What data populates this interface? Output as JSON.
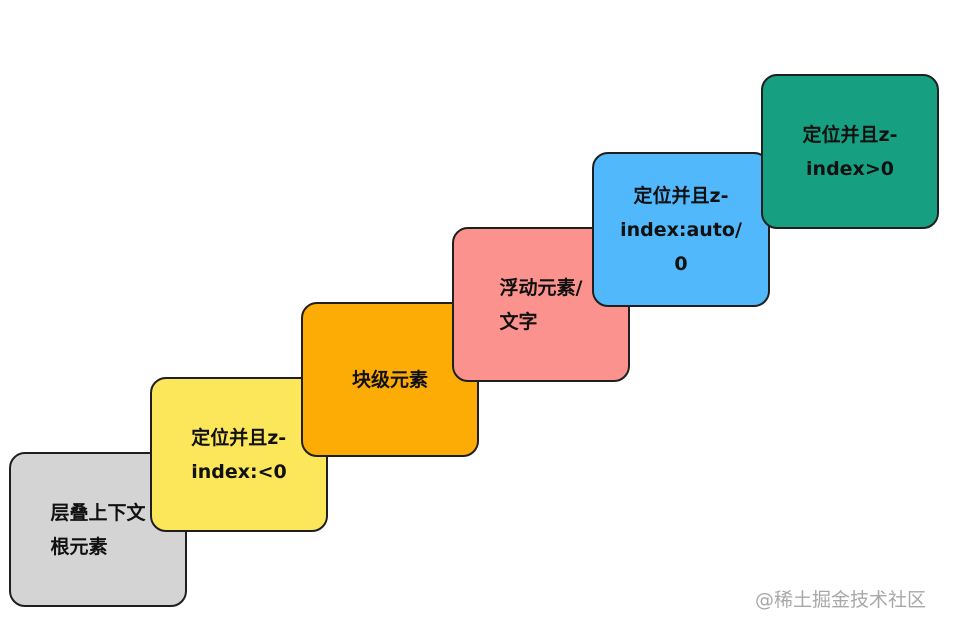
{
  "diagram": {
    "steps": [
      {
        "label": "层叠上下文\n根元素",
        "color": "#d4d4d4"
      },
      {
        "label": "定位并且z-\nindex:<0",
        "color": "#fbe759"
      },
      {
        "label": "块级元素",
        "color": "#fcac05"
      },
      {
        "label": "浮动元素/\n文字",
        "color": "#fc928d"
      },
      {
        "label": "定位并且z-\nindex:auto/\n0",
        "color": "#50b8fb"
      },
      {
        "label": "定位并且z-\nindex>0",
        "color": "#16a081"
      }
    ]
  },
  "watermark": "@稀土掘金技术社区"
}
